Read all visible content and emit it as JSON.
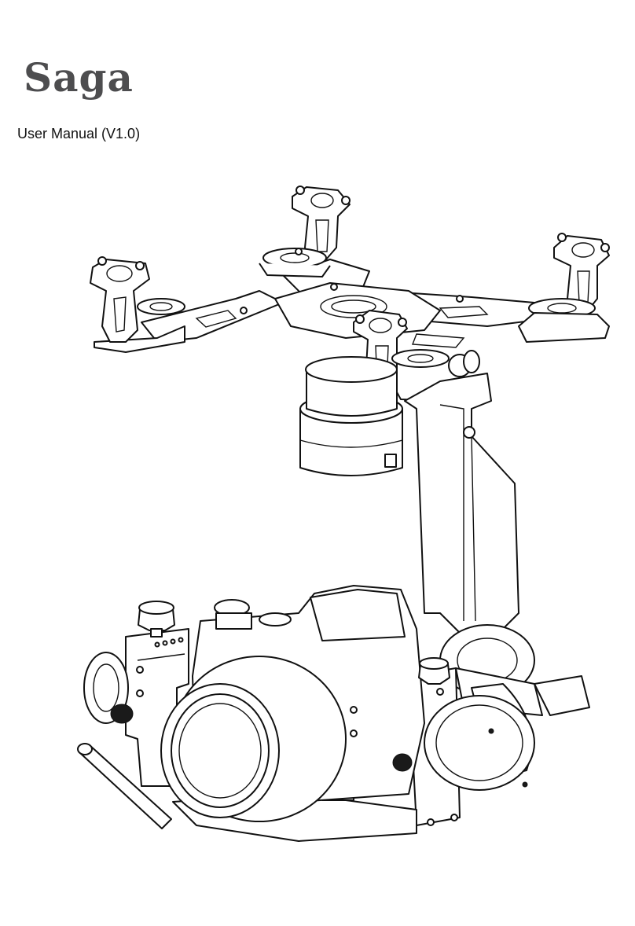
{
  "brand": {
    "logo_text": "Saga",
    "logo_color": "#4d4d4f"
  },
  "document": {
    "subtitle": "User Manual (V1.0)"
  },
  "illustration": {
    "icon": "gimbal-line-drawing",
    "line_color": "#111111"
  }
}
